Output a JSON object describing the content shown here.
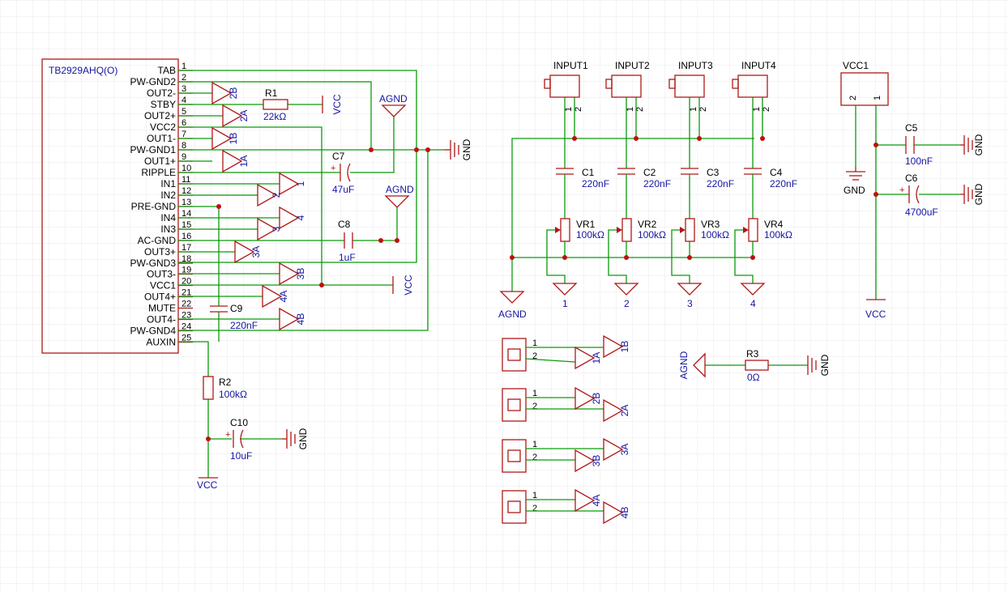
{
  "colors": {
    "wire": "#0b9a0b",
    "symbol": "#b01818",
    "designator": "#1515a0",
    "junction": "#c01010",
    "grid": "#e8e8ee"
  },
  "ic": {
    "name": "TB2929AHQ(O)",
    "pins": [
      {
        "num": "1",
        "label": "TAB"
      },
      {
        "num": "2",
        "label": "PW-GND2"
      },
      {
        "num": "3",
        "label": "OUT2-"
      },
      {
        "num": "4",
        "label": "STBY"
      },
      {
        "num": "5",
        "label": "OUT2+"
      },
      {
        "num": "6",
        "label": "VCC2"
      },
      {
        "num": "7",
        "label": "OUT1-"
      },
      {
        "num": "8",
        "label": "PW-GND1"
      },
      {
        "num": "9",
        "label": "OUT1+"
      },
      {
        "num": "10",
        "label": "RIPPLE"
      },
      {
        "num": "11",
        "label": "IN1"
      },
      {
        "num": "12",
        "label": "IN2"
      },
      {
        "num": "13",
        "label": "PRE-GND"
      },
      {
        "num": "14",
        "label": "IN4"
      },
      {
        "num": "15",
        "label": "IN3"
      },
      {
        "num": "16",
        "label": "AC-GND"
      },
      {
        "num": "17",
        "label": "OUT3+"
      },
      {
        "num": "18",
        "label": "PW-GND3"
      },
      {
        "num": "19",
        "label": "OUT3-"
      },
      {
        "num": "20",
        "label": "VCC1"
      },
      {
        "num": "21",
        "label": "OUT4+"
      },
      {
        "num": "22",
        "label": "MUTE"
      },
      {
        "num": "23",
        "label": "OUT4-"
      },
      {
        "num": "24",
        "label": "PW-GND4"
      },
      {
        "num": "25",
        "label": "AUXIN"
      }
    ]
  },
  "components": {
    "r1": {
      "ref": "R1",
      "value": "22kΩ"
    },
    "r2": {
      "ref": "R2",
      "value": "100kΩ"
    },
    "r3": {
      "ref": "R3",
      "value": "0Ω"
    },
    "c1": {
      "ref": "C1",
      "value": "220nF"
    },
    "c2": {
      "ref": "C2",
      "value": "220nF"
    },
    "c3": {
      "ref": "C3",
      "value": "220nF"
    },
    "c4": {
      "ref": "C4",
      "value": "220nF"
    },
    "c5": {
      "ref": "C5",
      "value": "100nF"
    },
    "c6": {
      "ref": "C6",
      "value": "4700uF"
    },
    "c7": {
      "ref": "C7",
      "value": "47uF"
    },
    "c8": {
      "ref": "C8",
      "value": "1uF"
    },
    "c9": {
      "ref": "C9",
      "value": "220nF"
    },
    "c10": {
      "ref": "C10",
      "value": "10uF"
    },
    "vr1": {
      "ref": "VR1",
      "value": "100kΩ"
    },
    "vr2": {
      "ref": "VR2",
      "value": "100kΩ"
    },
    "vr3": {
      "ref": "VR3",
      "value": "100kΩ"
    },
    "vr4": {
      "ref": "VR4",
      "value": "100kΩ"
    }
  },
  "connectors": {
    "input1": "INPUT1",
    "input2": "INPUT2",
    "input3": "INPUT3",
    "input4": "INPUT4",
    "vcc1": "VCC1",
    "pin1": "1",
    "pin2": "2"
  },
  "nets": {
    "vcc": "VCC",
    "gnd": "GND",
    "agnd": "AGND",
    "n1": "1",
    "n2": "2",
    "n3": "3",
    "n4": "4",
    "n1a": "1A",
    "n1b": "1B",
    "n2a": "2A",
    "n2b": "2B",
    "n3a": "3A",
    "n3b": "3B",
    "n4a": "4A",
    "n4b": "4B"
  }
}
